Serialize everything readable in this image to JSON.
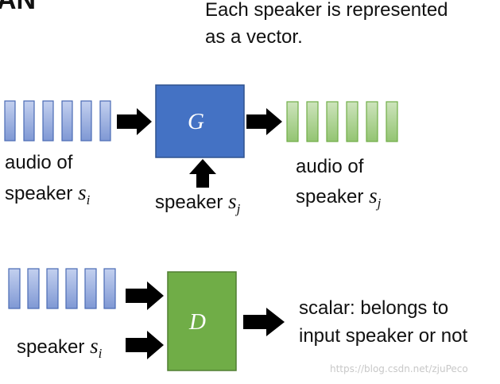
{
  "header": {
    "partial_title": "AN",
    "note_line1": "Each speaker is represented",
    "note_line2": "as a vector."
  },
  "generator": {
    "label": "G",
    "input_caption": "audio of",
    "input_speaker_word": "speaker",
    "input_var": "s",
    "input_sub": "i",
    "condition_word": "speaker",
    "condition_var": "s",
    "condition_sub": "j",
    "output_caption": "audio of",
    "output_speaker_word": "speaker",
    "output_var": "s",
    "output_sub": "j"
  },
  "discriminator": {
    "label": "D",
    "speaker_word": "speaker",
    "speaker_var": "s",
    "speaker_sub": "i",
    "output_line1": "scalar: belongs to",
    "output_line2": "input speaker or not"
  },
  "watermark": "https://blog.csdn.net/zjuPeco",
  "colors": {
    "input_bar_fill": "#9fb4e3",
    "input_bar_stroke": "#4a6bb5",
    "output_bar_fill": "#a9d18e",
    "output_bar_stroke": "#70ad47",
    "generator_fill": "#4472c4",
    "discriminator_fill": "#70ad47",
    "arrow": "#000000"
  },
  "icons": [
    "right-arrow-icon",
    "up-arrow-icon"
  ]
}
